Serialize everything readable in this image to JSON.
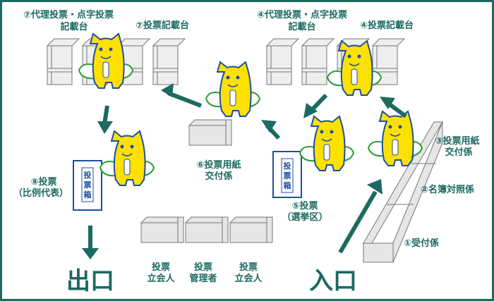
{
  "colors": {
    "accent": "#1d6a62",
    "mascot": "#ffe100",
    "mascot_outline": "#1c4fa0",
    "wing": "#2a9d3a"
  },
  "labels": {
    "proxy_booth_7": [
      "⑦代理投票・点字投票",
      "記載台"
    ],
    "booth_7": "⑦投票記載台",
    "proxy_booth_4": [
      "④代理投票・点字投票",
      "記載台"
    ],
    "booth_4": "④投票記載台",
    "ballot_issue_3": [
      "③投票用紙",
      "交付係"
    ],
    "register_check_2": "②名簿対照係",
    "reception_1": "①受付係",
    "vote_5": [
      "⑤投票",
      "（選挙区）"
    ],
    "ballot_issue_6": [
      "⑥投票用紙",
      "交付係"
    ],
    "vote_8": [
      "⑧投票",
      "（比例代表）"
    ],
    "witness_left": [
      "投票",
      "立会人"
    ],
    "manager": [
      "投票",
      "管理者"
    ],
    "witness_right": [
      "投票",
      "立会人"
    ],
    "exit": "出口",
    "entrance": "入口",
    "ballot_box": [
      "投",
      "票",
      "箱"
    ]
  },
  "icons": [
    "mascot-icon",
    "ballot-box-icon",
    "voting-booth-icon",
    "desk-icon",
    "arrow-icon"
  ]
}
